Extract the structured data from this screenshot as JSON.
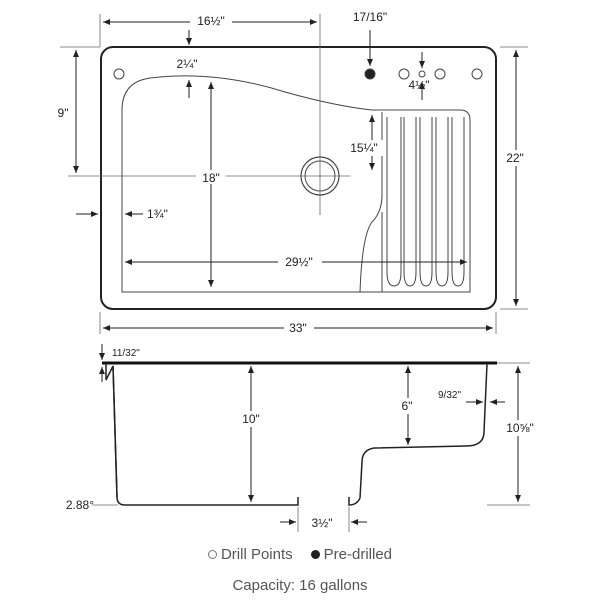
{
  "dimensions": {
    "top_width_left": "16½\"",
    "drain_hole": "17/16\"",
    "rim_to_basin": "2¼\"",
    "faucet_hole_offset": "4½\"",
    "left_height": "9\"",
    "drainboard_depth": "15¼\"",
    "basin_depth_front": "18\"",
    "overall_depth": "22\"",
    "side_offset": "1¾\"",
    "basin_width": "29½\"",
    "overall_width": "33\"",
    "rim_thickness": "11/32\"",
    "basin_depth": "10\"",
    "step_depth": "6\"",
    "step_offset": "9/32\"",
    "overall_height": "10⅝\"",
    "corner_angle": "2.88°",
    "drain_width": "3½\""
  },
  "legend": {
    "drill_points": "Drill Points",
    "pre_drilled": "Pre-drilled"
  },
  "capacity": "Capacity: 16 gallons"
}
